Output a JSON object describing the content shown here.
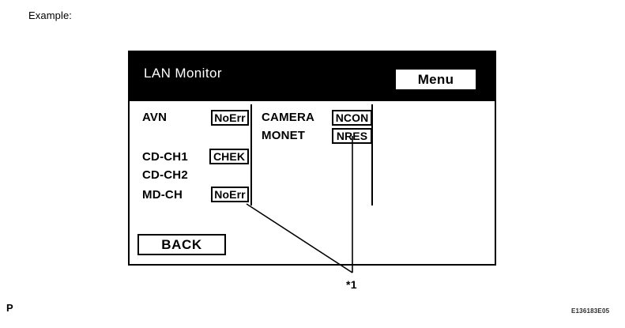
{
  "caption": "Example:",
  "page_marker": "P",
  "figure_code": "E136183E05",
  "device": {
    "header": {
      "title": "LAN Monitor",
      "menu_button_label": "Menu"
    },
    "left_column": [
      {
        "label": "AVN",
        "status": "NoErr"
      },
      {
        "label": "CD-CH1",
        "status": "CHEK"
      },
      {
        "label": "CD-CH2",
        "status": ""
      },
      {
        "label": "MD-CH",
        "status": "NoErr"
      }
    ],
    "right_column": [
      {
        "label": "CAMERA",
        "status": "NCON"
      },
      {
        "label": "MONET",
        "status": "NRES"
      }
    ],
    "back_button_label": "BACK"
  },
  "callout": {
    "label": "*1"
  },
  "colors": {
    "header_background": "#000000",
    "header_text": "#ffffff",
    "panel_background": "#ffffff",
    "outline": "#000000"
  }
}
